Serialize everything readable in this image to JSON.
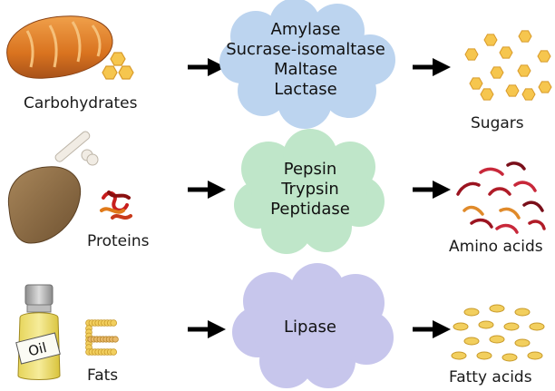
{
  "rows": [
    {
      "source": "Carbohydrates",
      "enzymes": [
        "Amylase",
        "Sucrase-isomaltase",
        "Maltase",
        "Lactase"
      ],
      "product": "Sugars",
      "cloud_color": "#bcd4ef"
    },
    {
      "source": "Proteins",
      "enzymes": [
        "Pepsin",
        "Trypsin",
        "Peptidase"
      ],
      "product": "Amino acids",
      "cloud_color": "#bfe6c9"
    },
    {
      "source": "Fats",
      "enzymes": [
        "Lipase"
      ],
      "product": "Fatty acids",
      "cloud_color": "#c7c6ec"
    }
  ],
  "oil_label": "Oil",
  "icons": [
    "bread-icon",
    "hexagon-sugar-icon",
    "chicken-leg-icon",
    "protein-chain-icon",
    "oil-bottle-icon",
    "fat-chain-icon",
    "sugar-hexagons-icon",
    "amino-acid-strands-icon",
    "fatty-acid-pills-icon",
    "arrow-icon"
  ]
}
